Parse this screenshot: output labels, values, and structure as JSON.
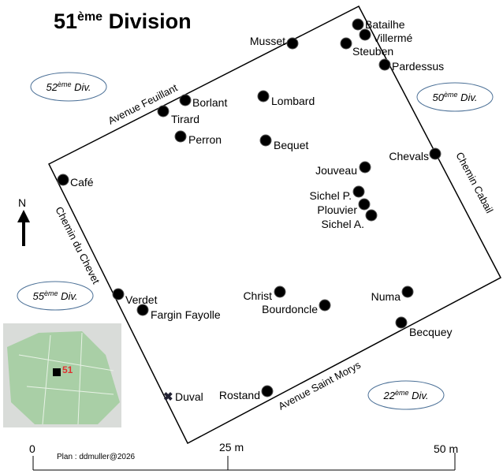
{
  "title": {
    "main": "51",
    "sup": "ème",
    "rest": " Division"
  },
  "neighbor_divisions": [
    {
      "num": "52",
      "sup": "ème",
      "suffix": " Div."
    },
    {
      "num": "50",
      "sup": "ème",
      "suffix": " Div."
    },
    {
      "num": "55",
      "sup": "ème",
      "suffix": " Div."
    },
    {
      "num": "22",
      "sup": "ème",
      "suffix": " Div."
    }
  ],
  "streets": {
    "north": "Avenue Feuillant",
    "east": "Chemin Cabail",
    "west": "Chemin du Chevet",
    "south": "Avenue Saint Morys"
  },
  "graves": [
    "Batailhe",
    "Villermé",
    "Steuben",
    "Musset",
    "Pardessus",
    "Borlant",
    "Tirard",
    "Lombard",
    "Perron",
    "Bequet",
    "Chevals",
    "Jouveau",
    "Café",
    "Sichel P.",
    "Plouvier",
    "Sichel A.",
    "Verdet",
    "Christ",
    "Numa",
    "Fargin Fayolle",
    "Bourdoncle",
    "Becquey",
    "Rostand",
    "Duval"
  ],
  "north_label": "N",
  "minimap_label": "51",
  "scale": {
    "ticks": [
      "0",
      "25 m",
      "50 m"
    ],
    "credit": "Plan : ddmuller@2026"
  }
}
